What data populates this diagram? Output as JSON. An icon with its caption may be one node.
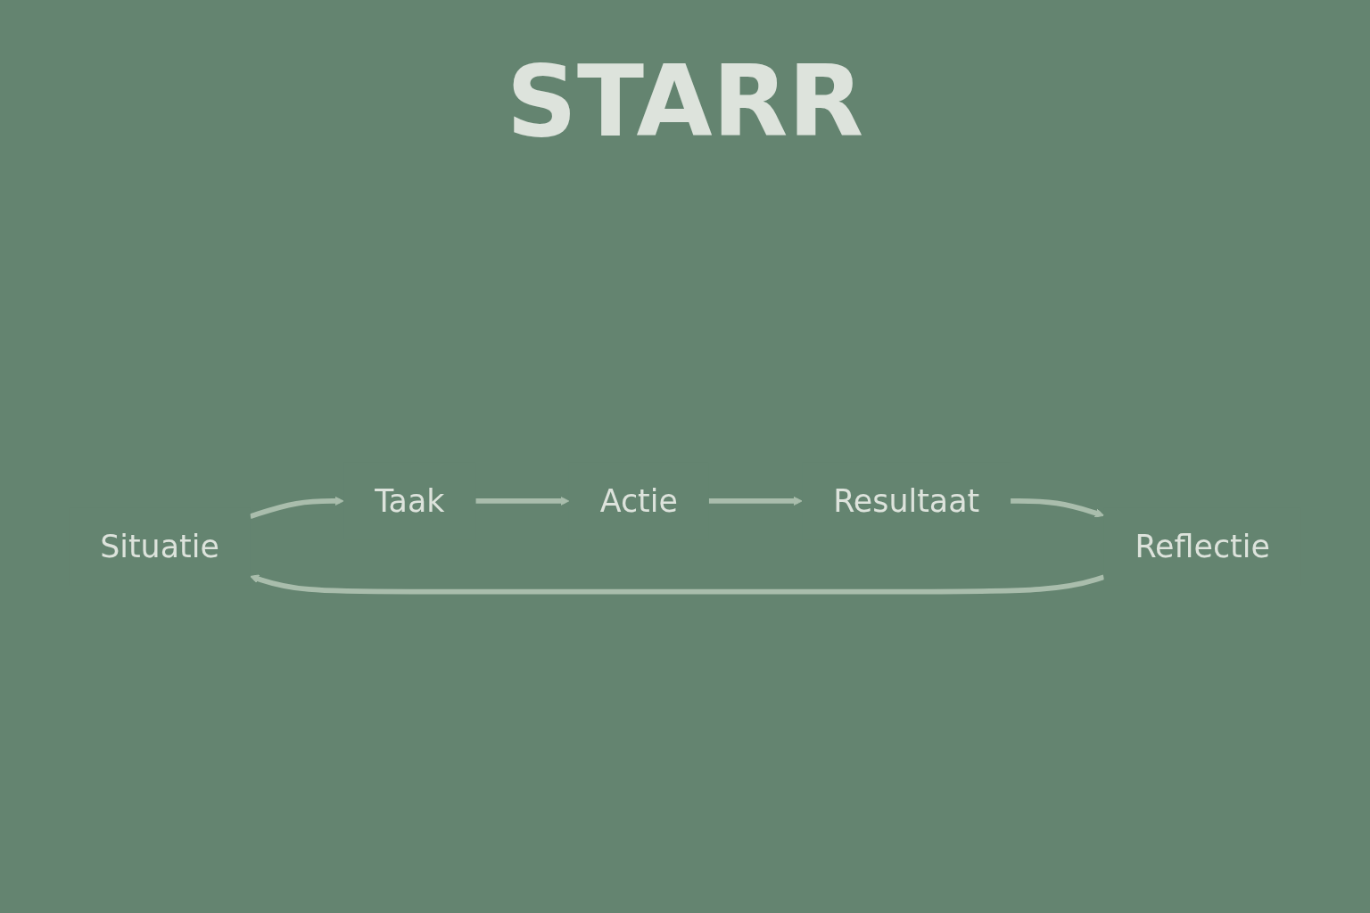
{
  "diagram": {
    "title": "STARR",
    "nodes": [
      {
        "text": [
          "Situatie"
        ]
      },
      {
        "text": [
          "Taak"
        ]
      },
      {
        "text": [
          "Actie"
        ]
      },
      {
        "text": [
          "Resultaat"
        ]
      },
      {
        "text": [
          "Reflectie"
        ]
      }
    ],
    "edges": [
      {
        "from": 0,
        "to": 1,
        "arrow": "to"
      },
      {
        "from": 1,
        "to": 2,
        "arrow": "to"
      },
      {
        "from": 2,
        "to": 3,
        "arrow": "to"
      },
      {
        "from": 3,
        "to": 4,
        "arrow": "to"
      },
      {
        "from": 4,
        "to": 0,
        "arrow": "to"
      }
    ]
  }
}
